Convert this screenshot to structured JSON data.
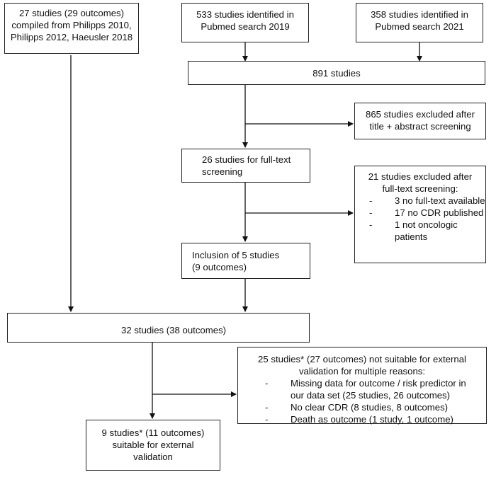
{
  "boxes": {
    "compiled": [
      "27 studies (29 outcomes)",
      "compiled from Philipps 2010,",
      "Philipps 2012, Haeusler 2018"
    ],
    "pubmed2019": [
      "533 studies identified in",
      "Pubmed search 2019"
    ],
    "pubmed2021": [
      "358 studies identified in",
      "Pubmed search 2021"
    ],
    "total891": "891 studies",
    "excluded865": [
      "865 studies excluded after",
      "title + abstract screening"
    ],
    "fulltext26": [
      "26 studies for full-text",
      "screening"
    ],
    "excluded21": {
      "title": [
        "21 studies excluded after",
        "full-text screening:"
      ],
      "items": [
        "3 no full-text available",
        "17 no CDR published",
        "1 not oncologic patients"
      ]
    },
    "inclusion5": [
      "Inclusion of 5 studies",
      "(9 outcomes)"
    ],
    "combined32": "32 studies (38 outcomes)",
    "notsuitable": {
      "title": [
        "25 studies* (27 outcomes) not suitable for external",
        "validation for multiple reasons:"
      ],
      "items": [
        "Missing data for outcome / risk predictor in our data set (25 studies, 26 outcomes)",
        "No clear CDR (8 studies, 8 outcomes)",
        "Death as outcome (1 study, 1 outcome)"
      ]
    },
    "suitable": [
      "9 studies* (11 outcomes)",
      "suitable for external",
      "validation"
    ]
  }
}
